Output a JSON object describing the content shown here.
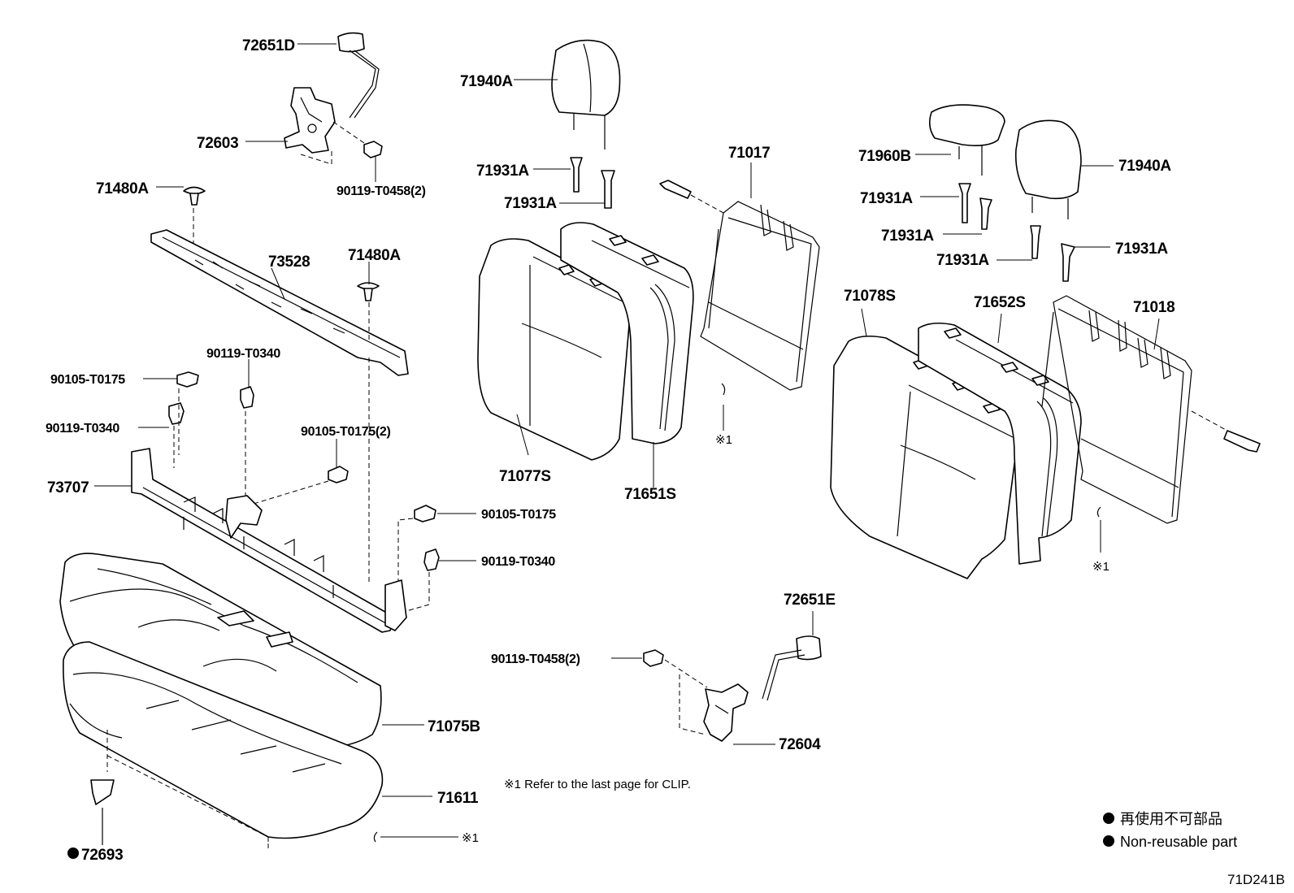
{
  "labels": {
    "p72651D": "72651D",
    "p72603": "72603",
    "p90119_T0458_2_top": "90119-T0458(2)",
    "p71480A_1": "71480A",
    "p73528": "73528",
    "p71480A_2": "71480A",
    "p90119_T0340_a": "90119-T0340",
    "p90105_T0175_a": "90105-T0175",
    "p90119_T0340_b": "90119-T0340",
    "p90105_T0175_2": "90105-T0175(2)",
    "p73707": "73707",
    "p90105_T0175_b": "90105-T0175",
    "p90119_T0340_c": "90119-T0340",
    "p71075B": "71075B",
    "p71611": "71611",
    "p72693": "72693",
    "p71940A_1": "71940A",
    "p71931A_1": "71931A",
    "p71931A_2": "71931A",
    "p71017": "71017",
    "p71077S": "71077S",
    "p71651S": "71651S",
    "p71960B": "71960B",
    "p71940A_2": "71940A",
    "p71931A_3": "71931A",
    "p71931A_4": "71931A",
    "p71931A_5": "71931A",
    "p71931A_6": "71931A",
    "p71078S": "71078S",
    "p71652S": "71652S",
    "p71018": "71018",
    "p72651E": "72651E",
    "p90119_T0458_2_bot": "90119-T0458(2)",
    "p72604": "72604",
    "clip_ref_1": "※1",
    "clip_ref_2": "※1",
    "clip_ref_3": "※1"
  },
  "footnote": "※1 Refer to the last page for CLIP.",
  "legend": {
    "jp": "再使用不可部品",
    "en": "Non-reusable part"
  },
  "diagram_code": "71D241B"
}
